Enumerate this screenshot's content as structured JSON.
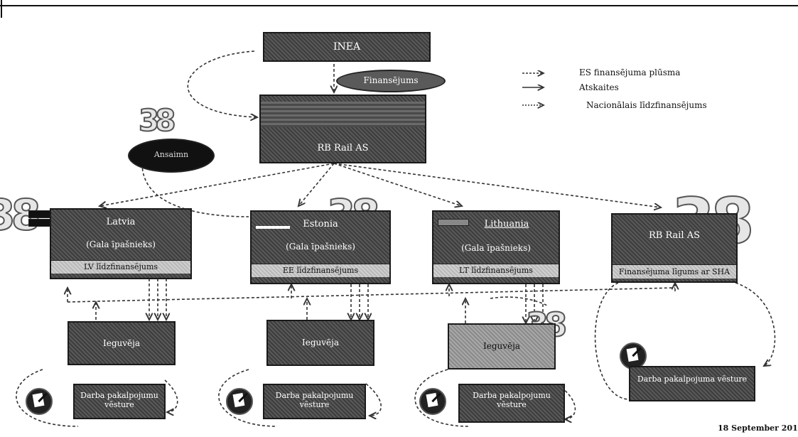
{
  "nodes": {
    "inea": "INEA",
    "financing_oval": "Finansējums",
    "rb_rail_top": "RB Rail AS",
    "top_blurry_line1": "",
    "anomaly_oval": "Ansaimn",
    "latvia": {
      "title": "Latvia",
      "sub": "(Gala īpašnieks)",
      "strip": "LV līdzfinansējums"
    },
    "estonia": {
      "title": "Estonia",
      "sub": "(Gala īpašnieks)",
      "strip": "EE līdzfinansējums"
    },
    "lithuania": {
      "title": "Lithuania",
      "sub": "(Gala īpašnieks)",
      "strip": "LT līdzfinansējums"
    },
    "rb_rail_right": "RB Rail AS",
    "rb_rail_right_strip": "Finansējuma līgums ar SHA",
    "invest1": "Ieguvēja",
    "invest2": "Ieguvēja",
    "invest3": "Ieguvēja",
    "work1": "Darba pakalpojumu vēsture",
    "work2": "Darba pakalpojumu vēsture",
    "work3": "Darba pakalpojumu vēsture",
    "work4": "Darba pakalpojuma vēsture"
  },
  "legend": [
    {
      "label": "ES finansējuma plūsma"
    },
    {
      "label": "Atskaites"
    },
    {
      "label": "Nacionālais līdzfinansējums"
    }
  ],
  "watermark": "38",
  "footer_date": "18 September 201"
}
